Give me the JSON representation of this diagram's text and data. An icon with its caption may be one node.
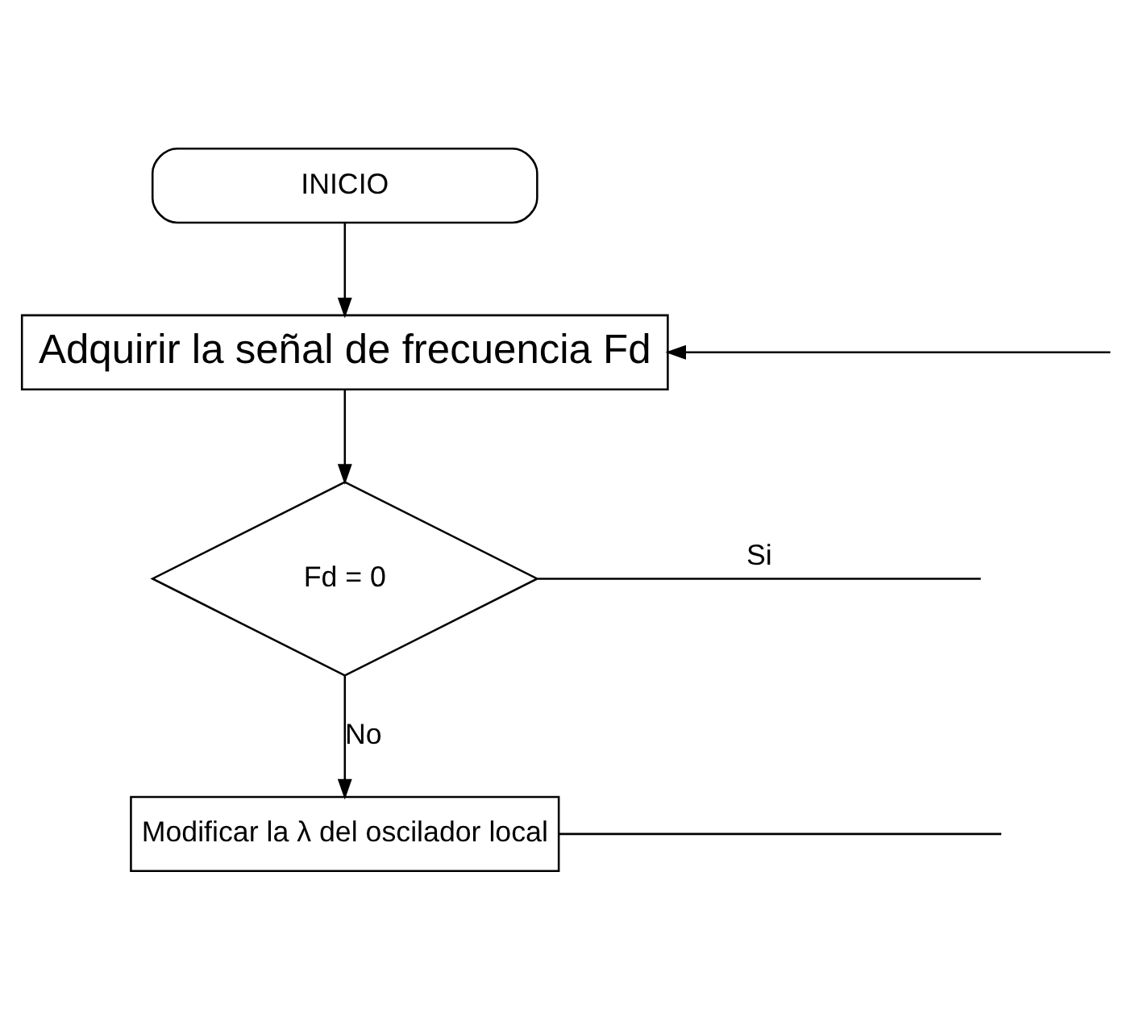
{
  "diagram": {
    "nodes": [
      {
        "text": [
          "INICIO"
        ]
      },
      {
        "text": [
          "Adquirir la señal de frecuencia Fd"
        ]
      },
      {
        "text": [
          "Fd = 0"
        ]
      },
      {
        "text": [
          "Modificar la λ del oscilador local"
        ]
      }
    ],
    "edges": [
      {
        "from": 0,
        "to": 1,
        "arrow": "to"
      },
      {
        "from": 1,
        "to": 2,
        "arrow": "to"
      },
      {
        "from": 2,
        "to": 3,
        "arrow": "to",
        "label": "No"
      },
      {
        "from": 2,
        "to": null,
        "arrow": "none",
        "label": "Si"
      },
      {
        "from": 3,
        "to": null,
        "arrow": "none"
      },
      {
        "from": null,
        "to": 1,
        "arrow": "to"
      }
    ]
  }
}
